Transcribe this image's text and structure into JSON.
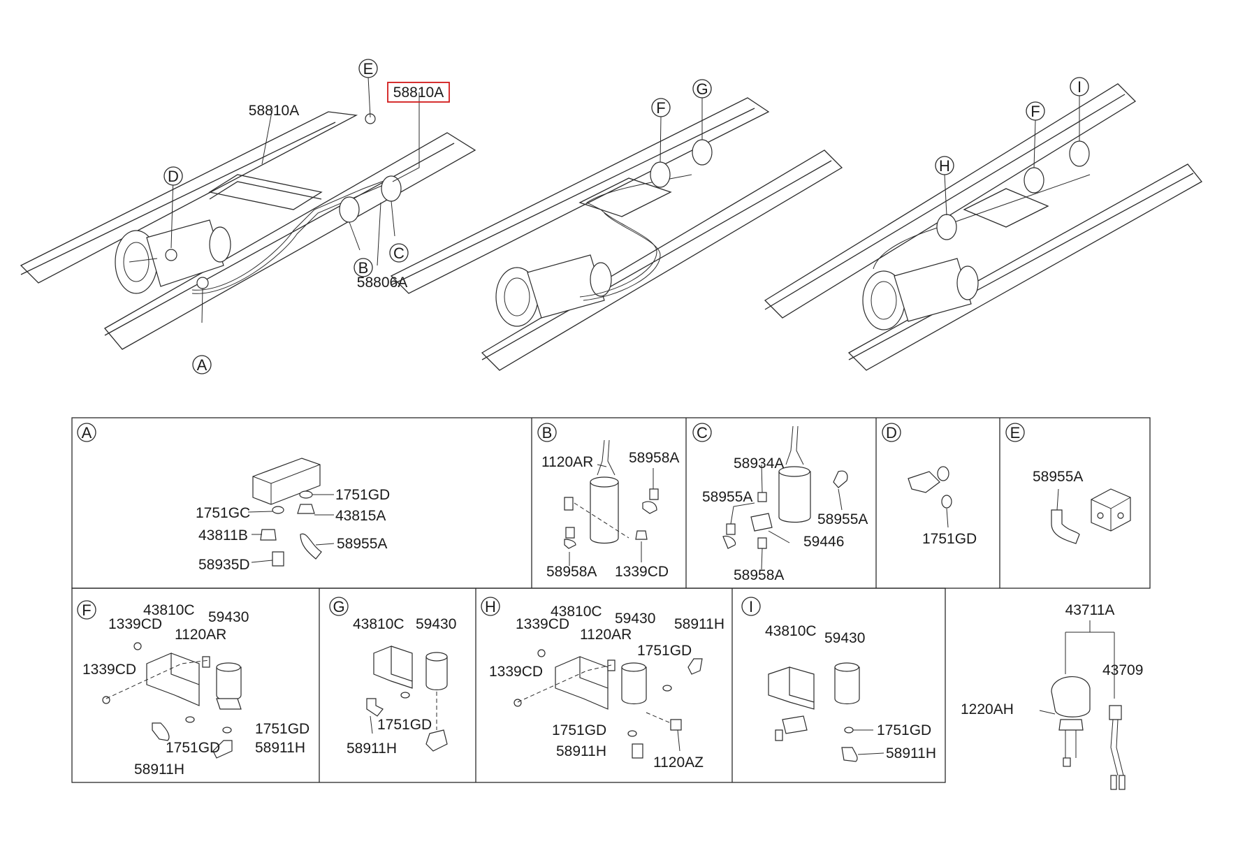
{
  "overview": {
    "ref_labels": {
      "left_top": "58810A",
      "left_highlighted": "58810A",
      "left_bottom": "58806A"
    },
    "callouts": [
      "A",
      "B",
      "C",
      "D",
      "E",
      "F",
      "G",
      "H",
      "I"
    ]
  },
  "panels": {
    "A": {
      "letter": "A",
      "labels": [
        "1751GD",
        "1751GC",
        "43815A",
        "43811B",
        "58955A",
        "58935D"
      ]
    },
    "B": {
      "letter": "B",
      "labels": [
        "1120AR",
        "58958A",
        "58958A",
        "1339CD"
      ]
    },
    "C": {
      "letter": "C",
      "labels": [
        "58934A",
        "58955A",
        "58955A",
        "59446",
        "58958A"
      ]
    },
    "D": {
      "letter": "D",
      "labels": [
        "1751GD"
      ]
    },
    "E": {
      "letter": "E",
      "labels": [
        "58955A"
      ]
    },
    "F": {
      "letter": "F",
      "labels": [
        "43810C",
        "59430",
        "1339CD",
        "1120AR",
        "1339CD",
        "1751GD",
        "1751GD",
        "58911H",
        "58911H"
      ]
    },
    "G": {
      "letter": "G",
      "labels": [
        "43810C",
        "59430",
        "1751GD",
        "58911H"
      ]
    },
    "H": {
      "letter": "H",
      "labels": [
        "43810C",
        "59430",
        "1339CD",
        "1120AR",
        "58911H",
        "1751GD",
        "1339CD",
        "1751GD",
        "58911H",
        "1120AZ"
      ]
    },
    "I": {
      "letter": "I",
      "labels": [
        "43810C",
        "59430",
        "1751GD",
        "58911H"
      ]
    },
    "J": {
      "labels": [
        "43711A",
        "43709",
        "1220AH"
      ]
    }
  },
  "colors": {
    "line": "#2a2a2a",
    "highlight": "#d11a1a",
    "background": "#ffffff"
  }
}
